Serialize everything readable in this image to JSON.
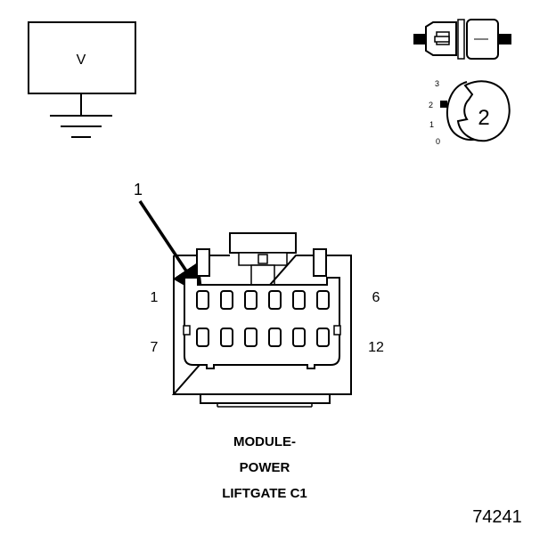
{
  "meter": {
    "label": "V"
  },
  "probe_scale": {
    "ticks": [
      "3",
      "2",
      "1",
      "0"
    ],
    "setting": "2"
  },
  "callout": {
    "number": "1"
  },
  "connector": {
    "pin_labels": {
      "top_left": "1",
      "top_right": "6",
      "bottom_left": "7",
      "bottom_right": "12"
    },
    "pins_per_row": 6,
    "rows": 2
  },
  "caption": {
    "line1": "MODULE-",
    "line2": "POWER",
    "line3": "LIFTGATE C1"
  },
  "figure_id": "74241"
}
